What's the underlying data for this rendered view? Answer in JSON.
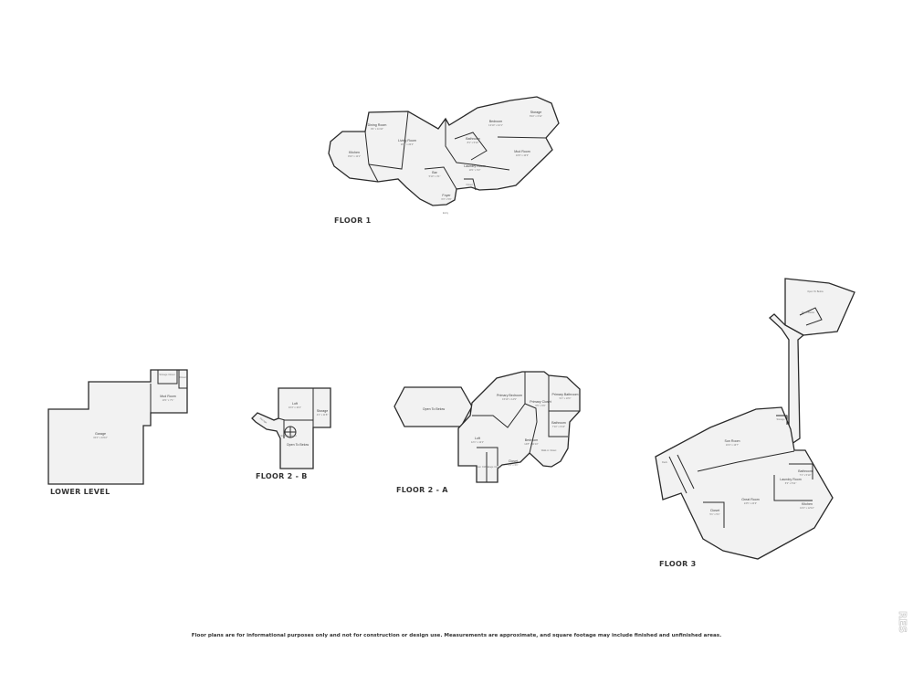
{
  "floors": {
    "floor1": {
      "title": "FLOOR 1",
      "rooms": [
        {
          "name": "Dining Room",
          "dim": "9'4\" x 11'10\""
        },
        {
          "name": "Living Room",
          "dim": "20'5\" x 20'1\""
        },
        {
          "name": "Kitchen",
          "dim": "9'10\" x 11'1\""
        },
        {
          "name": "Bar",
          "dim": "5'10\" x 3'1\""
        },
        {
          "name": "Bedroom",
          "dim": "13'10\" x 10'1\""
        },
        {
          "name": "Bathroom",
          "dim": "8'1\" x 5'10\""
        },
        {
          "name": "Laundry Room",
          "dim": "10'1\" x 6'3\""
        },
        {
          "name": "Mud Room",
          "dim": "10'9\" x 10'3\""
        },
        {
          "name": "Storage",
          "dim": "8'10\" x 6'11\""
        },
        {
          "name": "Foyer",
          "dim": "6'3\" x 5'9\""
        },
        {
          "name": "Entry",
          "dim": ""
        },
        {
          "name": "Closet",
          "dim": ""
        }
      ]
    },
    "lower": {
      "title": "LOWER LEVEL",
      "rooms": [
        {
          "name": "Garage",
          "dim": "32'4\" x 23'10\""
        },
        {
          "name": "Mud Room",
          "dim": "10'1\" x 7'1\""
        },
        {
          "name": "Storage Closet",
          "dim": ""
        },
        {
          "name": "Closet",
          "dim": ""
        }
      ]
    },
    "floor2b": {
      "title": "FLOOR 2 - B",
      "rooms": [
        {
          "name": "Loft",
          "dim": "10'4\" x 10'1\""
        },
        {
          "name": "Storage",
          "dim": "4'1\" x 11'8\""
        },
        {
          "name": "Storage Closet",
          "dim": ""
        },
        {
          "name": "Open To Below",
          "dim": ""
        },
        {
          "name": "Storage",
          "dim": ""
        }
      ]
    },
    "floor2a": {
      "title": "FLOOR 2 - A",
      "rooms": [
        {
          "name": "Open To Below",
          "dim": ""
        },
        {
          "name": "Primary Bedroom",
          "dim": "15'10\" x 14'9\""
        },
        {
          "name": "Primary Closet",
          "dim": "6'5\" x 5'9\""
        },
        {
          "name": "Primary Bathroom",
          "dim": "9'1\" x 10'4\""
        },
        {
          "name": "Bathroom",
          "dim": "7'10\" x 6'10\""
        },
        {
          "name": "Bedroom",
          "dim": "14'8\" x 11'10\""
        },
        {
          "name": "Loft",
          "dim": "12'1\" x 12'1\""
        },
        {
          "name": "Closet",
          "dim": "5'3\" x 3'1\""
        },
        {
          "name": "Walk-in Closet",
          "dim": ""
        },
        {
          "name": "Linen Closet",
          "dim": ""
        },
        {
          "name": "Storage Closet",
          "dim": ""
        }
      ]
    },
    "floor3": {
      "title": "FLOOR 3",
      "rooms": [
        {
          "name": "Open To Below",
          "dim": ""
        },
        {
          "name": "Open Below",
          "dim": ""
        },
        {
          "name": "Sun Room",
          "dim": "16'4\" x 13'7\""
        },
        {
          "name": "Great Room",
          "dim": "24'5\" x 24'3\""
        },
        {
          "name": "Laundry Room",
          "dim": "6'3\" x 5'11\""
        },
        {
          "name": "Bathroom",
          "dim": "7'1\" x 5'10\""
        },
        {
          "name": "Kitchen",
          "dim": "16'4\" x 12'10\""
        },
        {
          "name": "Closet",
          "dim": "5'1\" x 5'1\""
        },
        {
          "name": "Deck",
          "dim": ""
        },
        {
          "name": "Storage",
          "dim": ""
        }
      ]
    }
  },
  "disclaimer": "Floor plans are for informational purposes only and not for construction or design use. Measurements are approximate, and square footage may include finished and unfinished areas.",
  "watermark": "RES"
}
